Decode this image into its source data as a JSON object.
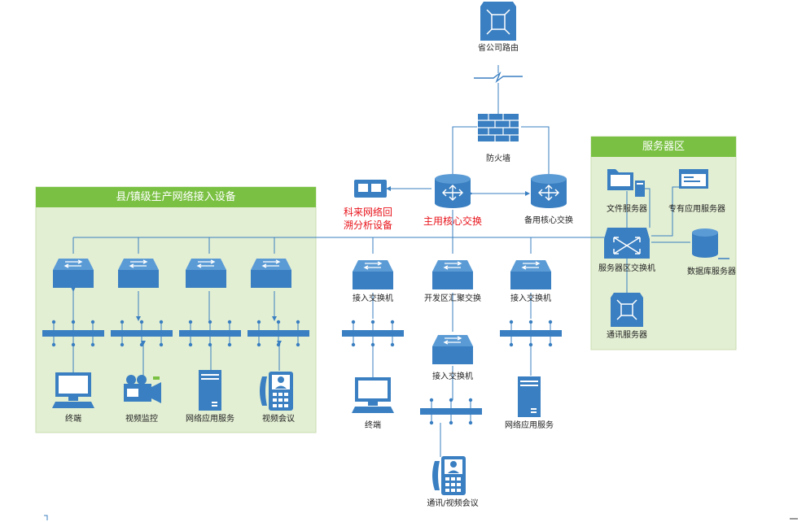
{
  "zones": {
    "county": {
      "title": "县/镇级生产网络接入设备"
    },
    "server": {
      "title": "服务器区"
    }
  },
  "nodes": {
    "province_router": "省公司路由",
    "firewall": "防火墙",
    "main_core": "主用核心交换",
    "backup_core": "备用核心交换",
    "trace_device_line1": "科来网络回",
    "trace_device_line2": "溯分析设备",
    "file_server": "文件服务器",
    "app_server": "专有应用服务器",
    "server_switch": "服务器区交换机",
    "db_server": "数据库服务器",
    "comm_server": "通讯服务器",
    "access_switch_left": "接入交换机",
    "dev_zone_agg": "开发区汇聚交换",
    "access_switch_right": "接入交换机",
    "access_switch_mid": "接入交换机",
    "terminal_mid": "终端",
    "web_service_right": "网络应用服务",
    "video_comm": "通讯/视频会议"
  },
  "county_endpoints": [
    "终端",
    "视频监控",
    "网络应用服务",
    "视频会议"
  ],
  "colors": {
    "device_blue": "#3a7fc1",
    "zone_green": "#e3efd3",
    "zone_header": "#7ac143",
    "accent_red": "#e8141b"
  },
  "icons": [
    "router-icon",
    "wan-link-icon",
    "firewall-icon",
    "core-switch-icon",
    "monitor-icon",
    "switch-icon",
    "server-icon",
    "video-camera-icon",
    "video-phone-icon",
    "folder-icon",
    "database-icon"
  ]
}
